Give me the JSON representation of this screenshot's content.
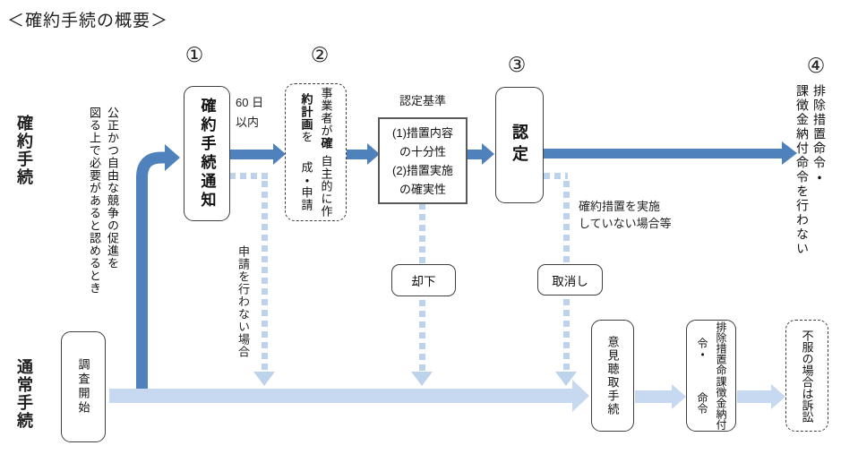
{
  "title": "＜確約手続の概要＞",
  "badges": {
    "s1": "①",
    "s2": "②",
    "s3": "③",
    "s4": "④"
  },
  "lanes": {
    "commitment": "確約手続",
    "normal": "通常手続"
  },
  "precondition": {
    "col1": "公正かつ自由な競争の促進を",
    "col2": "図る上で必要があると認めるとき"
  },
  "notice_box": {
    "label": "確約手続通知"
  },
  "deadline": {
    "line1": "60 日",
    "line2": "以内"
  },
  "plan_box": {
    "col1_pre": "事業者が",
    "col1_bold": "確約計画",
    "col1_post": "を",
    "col2": "自主的に作成・申請"
  },
  "criteria": {
    "title": "認定基準",
    "lines": [
      "(1)措置内容",
      "の十分性",
      "(2)措置実施",
      "の確実性"
    ]
  },
  "approval_box": {
    "label": "認定"
  },
  "no_order_note": {
    "col1": "排除措置命令・",
    "col2": "課徴金納付命令を行わない"
  },
  "no_application_note": "申請を行わない場合",
  "rejection_box": {
    "label": "却下"
  },
  "revocation_box": {
    "label": "取消し"
  },
  "not_implemented_note": {
    "line1": "確約措置を実施",
    "line2": "していない場合等"
  },
  "investigation_box": {
    "label": "調査開始"
  },
  "hearing_box": {
    "label": "意見聴取手続"
  },
  "orders_box": {
    "col1": "排除措置命令・",
    "col2": "課徴金納付命令"
  },
  "lawsuit_box": {
    "label": "不服の場合は訴訟"
  },
  "colors": {
    "flow_blue": "#4f81bd",
    "pale_blue": "#c6d9f0",
    "dash_blue": "#bdd3ec",
    "box_border": "#3f3f3f",
    "criteria_border": "#595959"
  }
}
